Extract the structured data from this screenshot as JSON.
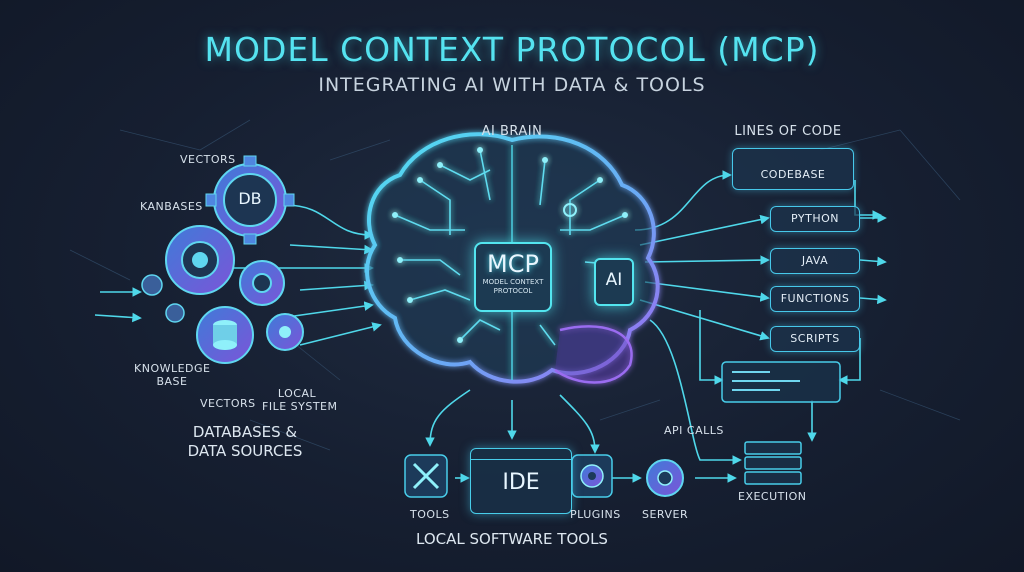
{
  "header": {
    "title": "MODEL CONTEXT PROTOCOL (MCP)",
    "subtitle": "INTEGRATING AI WITH DATA & TOOLS"
  },
  "brain": {
    "label": "AI BRAIN",
    "mcp_badge": "MCP",
    "mcp_caption_1": "MODEL CONTEXT",
    "mcp_caption_2": "PROTOCOL",
    "ai_badge": "AI"
  },
  "left": {
    "vectors_top": "VECTORS",
    "kanbases": "KANBASES",
    "db_gear": "DB",
    "knowledge_1": "KNOWLEDGE",
    "knowledge_2": "BASE",
    "vectors_bottom": "VECTORS",
    "local_fs_1": "LOCAL",
    "local_fs_2": "FILE SYSTEM",
    "section_1": "DATABASES &",
    "section_2": "DATA SOURCES"
  },
  "right": {
    "section": "LINES OF CODE",
    "items": [
      "CODEBASE",
      "PYTHON",
      "JAVA",
      "FUNCTIONS",
      "SCRIPTS"
    ],
    "api_calls": "API CALLS",
    "execution": "EXECUTION"
  },
  "bottom": {
    "tools": "TOOLS",
    "ide": "IDE",
    "plugins": "PLUGINS",
    "server": "SERVER",
    "section": "LOCAL SOFTWARE TOOLS"
  },
  "colors": {
    "accent": "#55e3f0",
    "purple": "#9a6cf0",
    "background": "#161f31"
  }
}
